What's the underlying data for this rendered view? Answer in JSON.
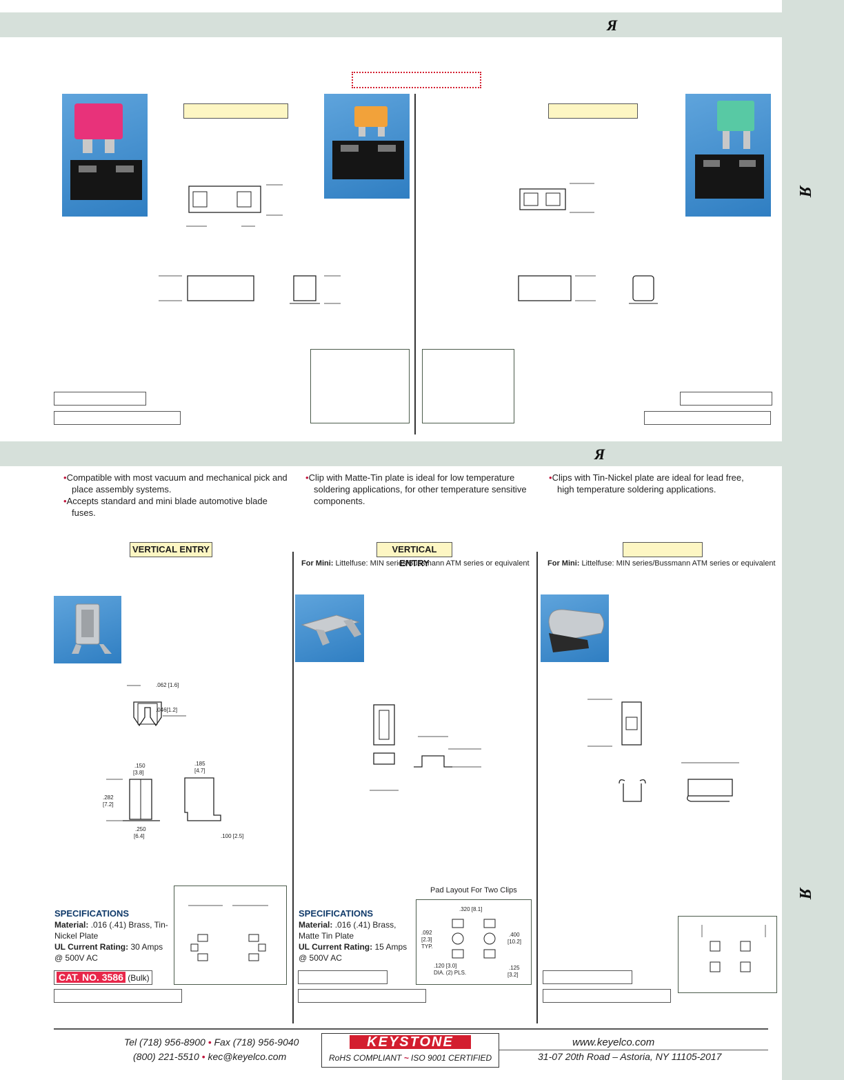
{
  "header": {
    "ul_mark": "Я"
  },
  "sidebar": {
    "ul_mark_1": "Я",
    "ul_mark_2": "Я"
  },
  "section2": {
    "ul_mark": "Я",
    "bullets_col1": [
      "Compatible with most vacuum and mechanical pick and place assembly systems.",
      "Accepts standard and mini blade automotive blade fuses."
    ],
    "bullets_col2": [
      "Clip with Matte-Tin plate is ideal for low temperature soldering applications, for other temperature sensitive components."
    ],
    "bullets_col3": [
      "Clips with Tin-Nickel plate are ideal for lead free, high temperature soldering applications."
    ]
  },
  "col1": {
    "entry_label": "VERTICAL ENTRY",
    "dims": {
      "d1": ".062 [1.6]",
      "d2": ".046[1.2]",
      "d3": ".150",
      "d3b": "[3.8]",
      "d4": ".185",
      "d4b": "[4.7]",
      "d5": ".282",
      "d5b": "[7.2]",
      "d6": ".250",
      "d6b": "[6.4]",
      "d7": ".100 [2.5]"
    },
    "spec_title": "SPECIFICATIONS",
    "material_label": "Material:",
    "material_value": ".016 (.41) Brass, Tin-Nickel Plate",
    "rating_label": "UL Current Rating:",
    "rating_value": "30 Amps @ 500V AC",
    "cat_no": "CAT. NO. 3586",
    "cat_suffix": "(Bulk)"
  },
  "col2": {
    "entry_label": "VERTICAL ENTRY",
    "for_mini_label": "For Mini:",
    "for_mini_text": "Littelfuse: MIN series/Bussmann ATM series or equivalent",
    "spec_title": "SPECIFICATIONS",
    "material_label": "Material:",
    "material_value": ".016 (.41) Brass, Matte Tin Plate",
    "rating_label": "UL Current Rating:",
    "rating_value": "15 Amps @ 500V AC",
    "pad_title": "Pad Layout For Two Clips",
    "pad_dims": {
      "a": ".320 [8.1]",
      "b": ".092",
      "b2": "[2.3]",
      "b3": "TYP.",
      "c": ".400",
      "c2": "[10.2]",
      "d": ".120 [3.0]",
      "d2": "DIA. (2) PLS.",
      "e": ".125",
      "e2": "[3.2]"
    }
  },
  "col3": {
    "for_mini_label": "For Mini:",
    "for_mini_text": "Littelfuse: MIN series/Bussmann ATM series or equivalent"
  },
  "footer": {
    "tel": "Tel (718) 956-8900",
    "fax": "Fax (718) 956-9040",
    "toll": "(800) 221-5510",
    "email": "kec@keyelco.com",
    "logo": "KEYSTONE",
    "rohs": "RoHS COMPLIANT",
    "iso": "ISO 9001 CERTIFIED",
    "web": "www.keyelco.com",
    "address": "31-07 20th Road – Astoria, NY  11105-2017"
  },
  "colors": {
    "band": "#d6e0da",
    "label_yellow": "#fdf6c3",
    "cat_red": "#e8274a",
    "spec_blue": "#103a6a"
  }
}
